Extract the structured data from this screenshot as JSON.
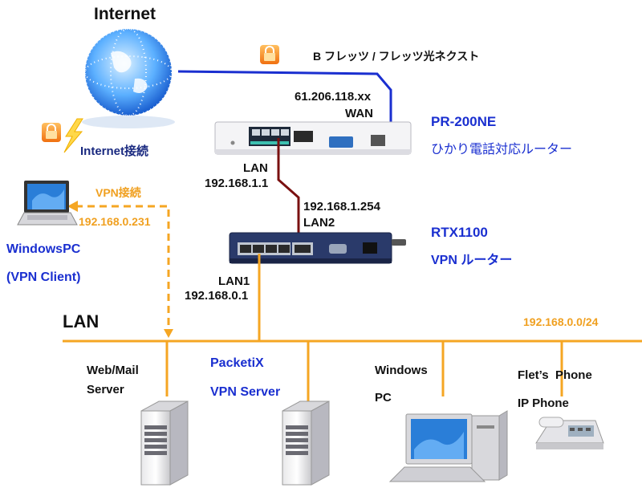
{
  "internet": {
    "title": "Internet",
    "connection_label": "Internet接続"
  },
  "line": {
    "service_label": "B フレッツ / フレッツ光ネクスト"
  },
  "wan": {
    "ip": "61.206.118.xx",
    "label": "WAN"
  },
  "pr200ne": {
    "model": "PR-200NE",
    "description": "ひかり電話対応ルーター",
    "lan_label": "LAN",
    "lan_ip": "192.168.1.1"
  },
  "rtx1100": {
    "model": "RTX1100",
    "description": "VPN ルーター",
    "lan2_ip": "192.168.1.254",
    "lan2_label": "LAN2",
    "lan1_label": "LAN1",
    "lan1_ip": "192.168.0.1"
  },
  "vpn": {
    "label": "VPN接続",
    "client_ip": "192.168.0.231"
  },
  "windows_pc_client": {
    "name": "WindowsPC",
    "role": "(VPN Client)"
  },
  "lan": {
    "label": "LAN",
    "subnet": "192.168.0.0/24"
  },
  "nodes": {
    "web_mail": {
      "line1": "Web/Mail",
      "line2": "Server"
    },
    "packetix": {
      "line1": "PacketiX",
      "line2": "VPN Server"
    },
    "windows_pc": {
      "line1": "Windows",
      "line2": "PC"
    },
    "phone": {
      "line1": "Flet’s  Phone",
      "line2": "IP Phone"
    }
  },
  "colors": {
    "lan_line": "#f5a623",
    "wan_line": "#1a2fd0",
    "router_link": "#7a1010",
    "label_blue": "#1a2fd0",
    "label_orange": "#f0a020"
  },
  "icons": [
    "globe-icon",
    "lock-icon",
    "lightning-icon",
    "laptop-icon",
    "router-icon",
    "server-icon",
    "desktop-pc-icon",
    "ip-phone-icon"
  ]
}
